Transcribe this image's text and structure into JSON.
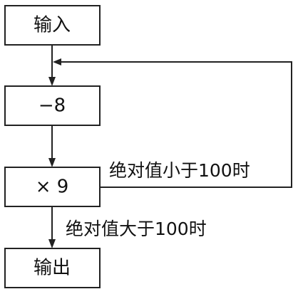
{
  "diagram": {
    "nodes": {
      "input": {
        "label": "输入"
      },
      "subtract": {
        "label": "−8"
      },
      "multiply": {
        "label": "× 9"
      },
      "output": {
        "label": "输出"
      }
    },
    "conditions": {
      "loop_back": "绝对值小于100时",
      "exit": "绝对值大于100时"
    }
  }
}
